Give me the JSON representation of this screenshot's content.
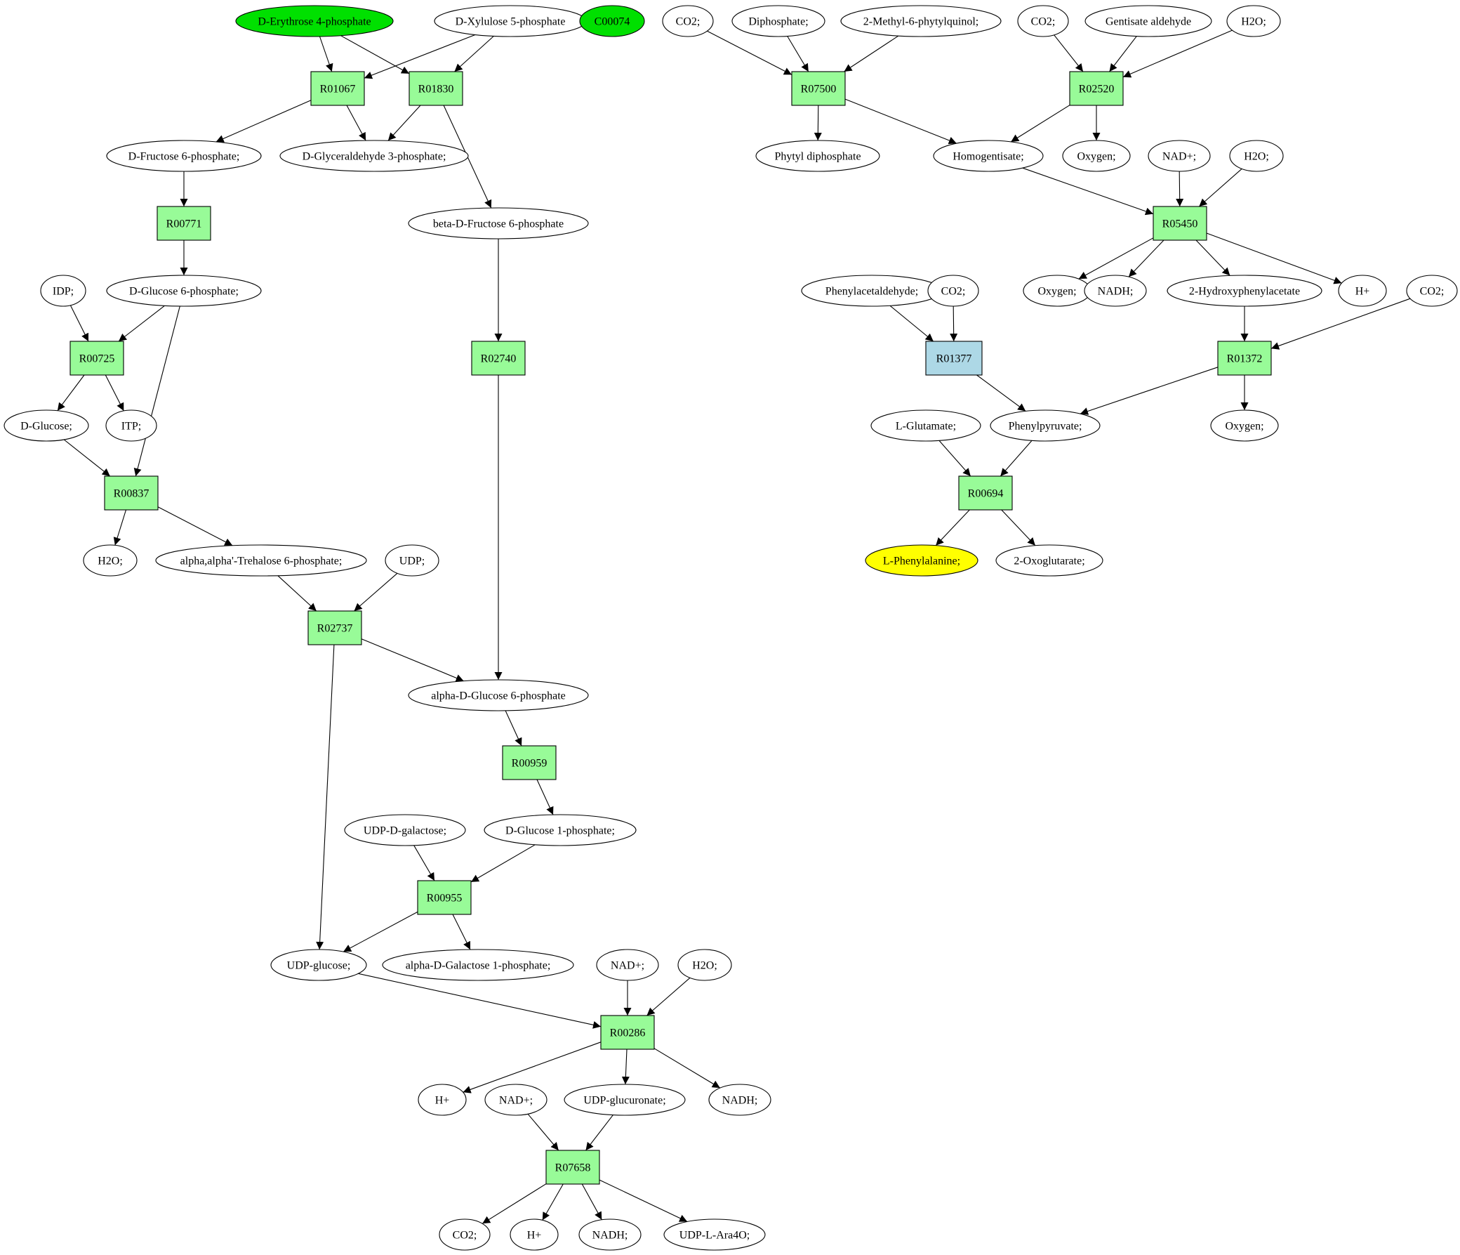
{
  "colors": {
    "reaction": "#98fb98",
    "reaction_alt": "#add8e6",
    "compound": "#ffffff",
    "source": "#00e000",
    "target": "#ffff00",
    "edge": "#000000"
  },
  "nodes": [
    {
      "id": "c_erythrose",
      "label": "D-Erythrose 4-phosphate",
      "kind": "compound",
      "fill": "source"
    },
    {
      "id": "c_xylulose",
      "label": "D-Xylulose 5-phosphate",
      "kind": "compound"
    },
    {
      "id": "c_c00074",
      "label": "C00074",
      "kind": "compound",
      "fill": "source"
    },
    {
      "id": "r01067",
      "label": "R01067",
      "kind": "reaction"
    },
    {
      "id": "r01830",
      "label": "R01830",
      "kind": "reaction"
    },
    {
      "id": "c_f6p",
      "label": "D-Fructose 6-phosphate;",
      "kind": "compound"
    },
    {
      "id": "c_g3p",
      "label": "D-Glyceraldehyde 3-phosphate;",
      "kind": "compound"
    },
    {
      "id": "c_bf6p",
      "label": "beta-D-Fructose 6-phosphate",
      "kind": "compound"
    },
    {
      "id": "r00771",
      "label": "R00771",
      "kind": "reaction"
    },
    {
      "id": "c_g6p",
      "label": "D-Glucose 6-phosphate;",
      "kind": "compound"
    },
    {
      "id": "c_idp",
      "label": "IDP;",
      "kind": "compound"
    },
    {
      "id": "r00725",
      "label": "R00725",
      "kind": "reaction"
    },
    {
      "id": "r02740",
      "label": "R02740",
      "kind": "reaction"
    },
    {
      "id": "c_glucose",
      "label": "D-Glucose;",
      "kind": "compound"
    },
    {
      "id": "c_itp",
      "label": "ITP;",
      "kind": "compound"
    },
    {
      "id": "r00837",
      "label": "R00837",
      "kind": "reaction"
    },
    {
      "id": "c_h2o_a",
      "label": "H2O;",
      "kind": "compound"
    },
    {
      "id": "c_trehalose",
      "label": "alpha,alpha'-Trehalose 6-phosphate;",
      "kind": "compound"
    },
    {
      "id": "c_udp",
      "label": "UDP;",
      "kind": "compound"
    },
    {
      "id": "r02737",
      "label": "R02737",
      "kind": "reaction"
    },
    {
      "id": "c_ag6p",
      "label": "alpha-D-Glucose 6-phosphate",
      "kind": "compound"
    },
    {
      "id": "r00959",
      "label": "R00959",
      "kind": "reaction"
    },
    {
      "id": "c_g1p",
      "label": "D-Glucose 1-phosphate;",
      "kind": "compound"
    },
    {
      "id": "c_udpgal",
      "label": "UDP-D-galactose;",
      "kind": "compound"
    },
    {
      "id": "r00955",
      "label": "R00955",
      "kind": "reaction"
    },
    {
      "id": "c_udpglc",
      "label": "UDP-glucose;",
      "kind": "compound"
    },
    {
      "id": "c_agal1p",
      "label": "alpha-D-Galactose 1-phosphate;",
      "kind": "compound"
    },
    {
      "id": "c_nad_a",
      "label": "NAD+;",
      "kind": "compound"
    },
    {
      "id": "c_h2o_b",
      "label": "H2O;",
      "kind": "compound"
    },
    {
      "id": "r00286",
      "label": "R00286",
      "kind": "reaction"
    },
    {
      "id": "c_hplus_a",
      "label": "H+",
      "kind": "compound"
    },
    {
      "id": "c_nad_b",
      "label": "NAD+;",
      "kind": "compound"
    },
    {
      "id": "c_udpglcu",
      "label": "UDP-glucuronate;",
      "kind": "compound"
    },
    {
      "id": "c_nadh_a",
      "label": "NADH;",
      "kind": "compound"
    },
    {
      "id": "r07658",
      "label": "R07658",
      "kind": "reaction"
    },
    {
      "id": "c_co2_a",
      "label": "CO2;",
      "kind": "compound"
    },
    {
      "id": "c_hplus_b",
      "label": "H+",
      "kind": "compound"
    },
    {
      "id": "c_nadh_b",
      "label": "NADH;",
      "kind": "compound"
    },
    {
      "id": "c_udpara",
      "label": "UDP-L-Ara4O;",
      "kind": "compound"
    },
    {
      "id": "c_co2_b",
      "label": "CO2;",
      "kind": "compound"
    },
    {
      "id": "c_diphosphate",
      "label": "Diphosphate;",
      "kind": "compound"
    },
    {
      "id": "c_mpq",
      "label": "2-Methyl-6-phytylquinol;",
      "kind": "compound"
    },
    {
      "id": "c_co2_c",
      "label": "CO2;",
      "kind": "compound"
    },
    {
      "id": "c_gentisald",
      "label": "Gentisate aldehyde",
      "kind": "compound"
    },
    {
      "id": "c_h2o_c",
      "label": "H2O;",
      "kind": "compound"
    },
    {
      "id": "r07500",
      "label": "R07500",
      "kind": "reaction"
    },
    {
      "id": "r02520",
      "label": "R02520",
      "kind": "reaction"
    },
    {
      "id": "c_phytyl",
      "label": "Phytyl diphosphate",
      "kind": "compound"
    },
    {
      "id": "c_homogent",
      "label": "Homogentisate;",
      "kind": "compound"
    },
    {
      "id": "c_oxy_a",
      "label": "Oxygen;",
      "kind": "compound"
    },
    {
      "id": "c_nad_c",
      "label": "NAD+;",
      "kind": "compound"
    },
    {
      "id": "c_h2o_d",
      "label": "H2O;",
      "kind": "compound"
    },
    {
      "id": "r05450",
      "label": "R05450",
      "kind": "reaction"
    },
    {
      "id": "c_phacald",
      "label": "Phenylacetaldehyde;",
      "kind": "compound"
    },
    {
      "id": "c_co2_d",
      "label": "CO2;",
      "kind": "compound"
    },
    {
      "id": "c_oxy_b",
      "label": "Oxygen;",
      "kind": "compound"
    },
    {
      "id": "c_nadh_c",
      "label": "NADH;",
      "kind": "compound"
    },
    {
      "id": "c_hpa",
      "label": "2-Hydroxyphenylacetate",
      "kind": "compound"
    },
    {
      "id": "c_hplus_c",
      "label": "H+",
      "kind": "compound"
    },
    {
      "id": "c_co2_e",
      "label": "CO2;",
      "kind": "compound"
    },
    {
      "id": "r01377",
      "label": "R01377",
      "kind": "reaction",
      "fill": "reaction_alt"
    },
    {
      "id": "r01372",
      "label": "R01372",
      "kind": "reaction"
    },
    {
      "id": "c_glu",
      "label": "L-Glutamate;",
      "kind": "compound"
    },
    {
      "id": "c_phpyr",
      "label": "Phenylpyruvate;",
      "kind": "compound"
    },
    {
      "id": "c_oxy_c",
      "label": "Oxygen;",
      "kind": "compound"
    },
    {
      "id": "r00694",
      "label": "R00694",
      "kind": "reaction"
    },
    {
      "id": "c_phe",
      "label": "L-Phenylalanine;",
      "kind": "compound",
      "fill": "target"
    },
    {
      "id": "c_oxoglu",
      "label": "2-Oxoglutarate;",
      "kind": "compound"
    }
  ],
  "edges": [
    [
      "c_erythrose",
      "r01067"
    ],
    [
      "c_erythrose",
      "r01830"
    ],
    [
      "c_xylulose",
      "r01067"
    ],
    [
      "c_xylulose",
      "r01830"
    ],
    [
      "r01067",
      "c_f6p"
    ],
    [
      "r01067",
      "c_g3p"
    ],
    [
      "r01830",
      "c_g3p"
    ],
    [
      "r01830",
      "c_bf6p"
    ],
    [
      "c_f6p",
      "r00771"
    ],
    [
      "r00771",
      "c_g6p"
    ],
    [
      "c_idp",
      "r00725"
    ],
    [
      "c_g6p",
      "r00725"
    ],
    [
      "c_g6p",
      "r00837"
    ],
    [
      "r00725",
      "c_glucose"
    ],
    [
      "r00725",
      "c_itp"
    ],
    [
      "c_glucose",
      "r00837"
    ],
    [
      "r00837",
      "c_h2o_a"
    ],
    [
      "r00837",
      "c_trehalose"
    ],
    [
      "c_bf6p",
      "r02740"
    ],
    [
      "r02740",
      "c_ag6p"
    ],
    [
      "c_trehalose",
      "r02737"
    ],
    [
      "c_udp",
      "r02737"
    ],
    [
      "r02737",
      "c_ag6p"
    ],
    [
      "r02737",
      "c_udpglc"
    ],
    [
      "c_ag6p",
      "r00959"
    ],
    [
      "r00959",
      "c_g1p"
    ],
    [
      "c_udpgal",
      "r00955"
    ],
    [
      "c_g1p",
      "r00955"
    ],
    [
      "r00955",
      "c_udpglc"
    ],
    [
      "r00955",
      "c_agal1p"
    ],
    [
      "c_udpglc",
      "r00286"
    ],
    [
      "c_nad_a",
      "r00286"
    ],
    [
      "c_h2o_b",
      "r00286"
    ],
    [
      "r00286",
      "c_hplus_a"
    ],
    [
      "r00286",
      "c_udpglcu"
    ],
    [
      "r00286",
      "c_nadh_a"
    ],
    [
      "c_nad_b",
      "r07658"
    ],
    [
      "c_udpglcu",
      "r07658"
    ],
    [
      "r07658",
      "c_co2_a"
    ],
    [
      "r07658",
      "c_hplus_b"
    ],
    [
      "r07658",
      "c_nadh_b"
    ],
    [
      "r07658",
      "c_udpara"
    ],
    [
      "c_co2_b",
      "r07500"
    ],
    [
      "c_diphosphate",
      "r07500"
    ],
    [
      "c_mpq",
      "r07500"
    ],
    [
      "r07500",
      "c_phytyl"
    ],
    [
      "r07500",
      "c_homogent"
    ],
    [
      "c_co2_c",
      "r02520"
    ],
    [
      "c_gentisald",
      "r02520"
    ],
    [
      "c_h2o_c",
      "r02520"
    ],
    [
      "r02520",
      "c_homogent"
    ],
    [
      "r02520",
      "c_oxy_a"
    ],
    [
      "c_homogent",
      "r05450"
    ],
    [
      "c_nad_c",
      "r05450"
    ],
    [
      "c_h2o_d",
      "r05450"
    ],
    [
      "r05450",
      "c_oxy_b"
    ],
    [
      "r05450",
      "c_nadh_c"
    ],
    [
      "r05450",
      "c_hpa"
    ],
    [
      "r05450",
      "c_hplus_c"
    ],
    [
      "c_phacald",
      "r01377"
    ],
    [
      "c_co2_d",
      "r01377"
    ],
    [
      "r01377",
      "c_phpyr"
    ],
    [
      "c_hpa",
      "r01372"
    ],
    [
      "c_co2_e",
      "r01372"
    ],
    [
      "r01372",
      "c_phpyr"
    ],
    [
      "r01372",
      "c_oxy_c"
    ],
    [
      "c_glu",
      "r00694"
    ],
    [
      "c_phpyr",
      "r00694"
    ],
    [
      "r00694",
      "c_phe"
    ],
    [
      "r00694",
      "c_oxoglu"
    ]
  ]
}
